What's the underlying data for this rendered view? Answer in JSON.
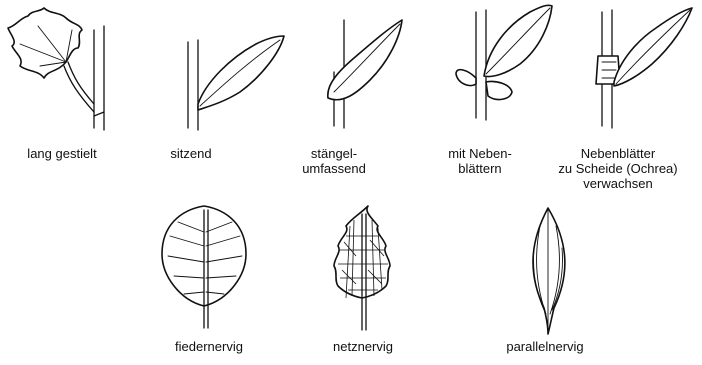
{
  "labels": {
    "lang_gestielt": "lang gestielt",
    "sitzend": "sitzend",
    "staengel_1": "stängel-",
    "staengel_2": "umfassend",
    "neben_1": "mit Neben-",
    "neben_2": "blättern",
    "ochrea_1": "Nebenblätter",
    "ochrea_2": "zu Scheide (Ochrea)",
    "ochrea_3": "verwachsen",
    "fiedernervig": "fiedernervig",
    "netznervig": "netznervig",
    "parallelnervig": "parallelnervig"
  }
}
